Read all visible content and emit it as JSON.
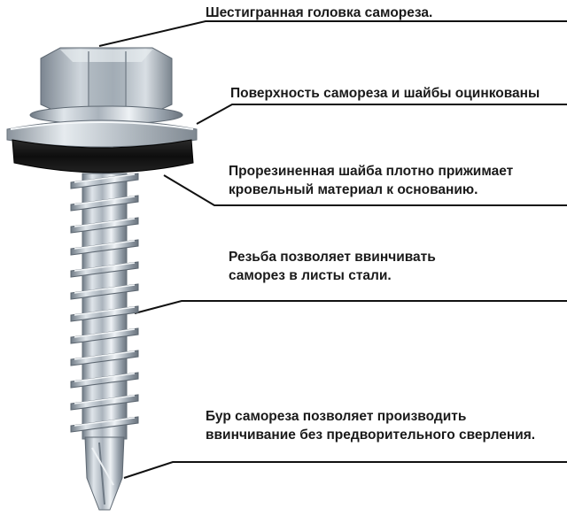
{
  "labels": {
    "head": {
      "lines": [
        "Шестигранная головка самореза."
      ]
    },
    "surface": {
      "lines": [
        "Поверхность самореза и шайбы оцинкованы"
      ]
    },
    "washer": {
      "lines": [
        "Прорезиненная шайба плотно прижимает",
        "кровельный материал к основанию."
      ]
    },
    "thread": {
      "lines": [
        "Резьба позволяет ввинчивать",
        "саморез в листы стали."
      ]
    },
    "drill": {
      "lines": [
        "Бур самореза позволяет производить",
        "ввинчивание без предворительного сверления."
      ]
    }
  },
  "colors": {
    "metal_light": "#e4e9ee",
    "metal_mid": "#aab3bc",
    "metal_dark": "#6f7a85",
    "rubber": "#141414",
    "leader_line": "#111111"
  },
  "icons": {
    "screw": "self-drilling-roofing-screw"
  }
}
